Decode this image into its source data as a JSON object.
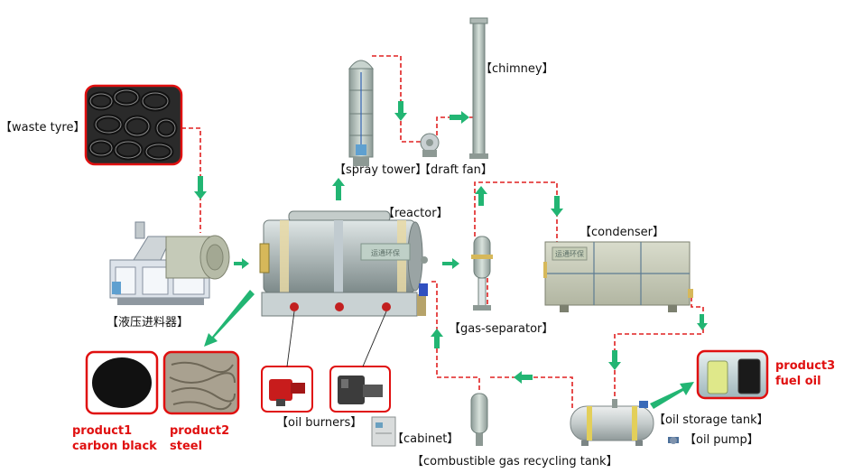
{
  "labels": {
    "waste_tyre": "【waste tyre】",
    "hydraulic_feeder": "【液压进料器】",
    "spray_tower": "【spray tower】",
    "draft_fan": "【draft fan】",
    "chimney": "【chimney】",
    "reactor": "【reactor】",
    "condenser": "【condenser】",
    "gas_separator": "【gas-separator】",
    "oil_burners": "【oil burners】",
    "cabinet": "【cabinet】",
    "gas_recycling_tank": "【combustible gas recycling tank】",
    "oil_storage_tank": "【oil storage tank】",
    "oil_pump": "【oil pump】",
    "reactor_plate": "运通环保",
    "condenser_plate": "运通环保"
  },
  "products": {
    "p1_line1": "product1",
    "p1_line2": "carbon black",
    "p2_line1": "product2",
    "p2_line2": "steel",
    "p3_line1": "product3",
    "p3_line2": "fuel oil"
  },
  "colors": {
    "pipe": "#e02020",
    "flow_arrow": "#22b573",
    "product_frame": "#e01010",
    "product_text": "#e01010"
  }
}
